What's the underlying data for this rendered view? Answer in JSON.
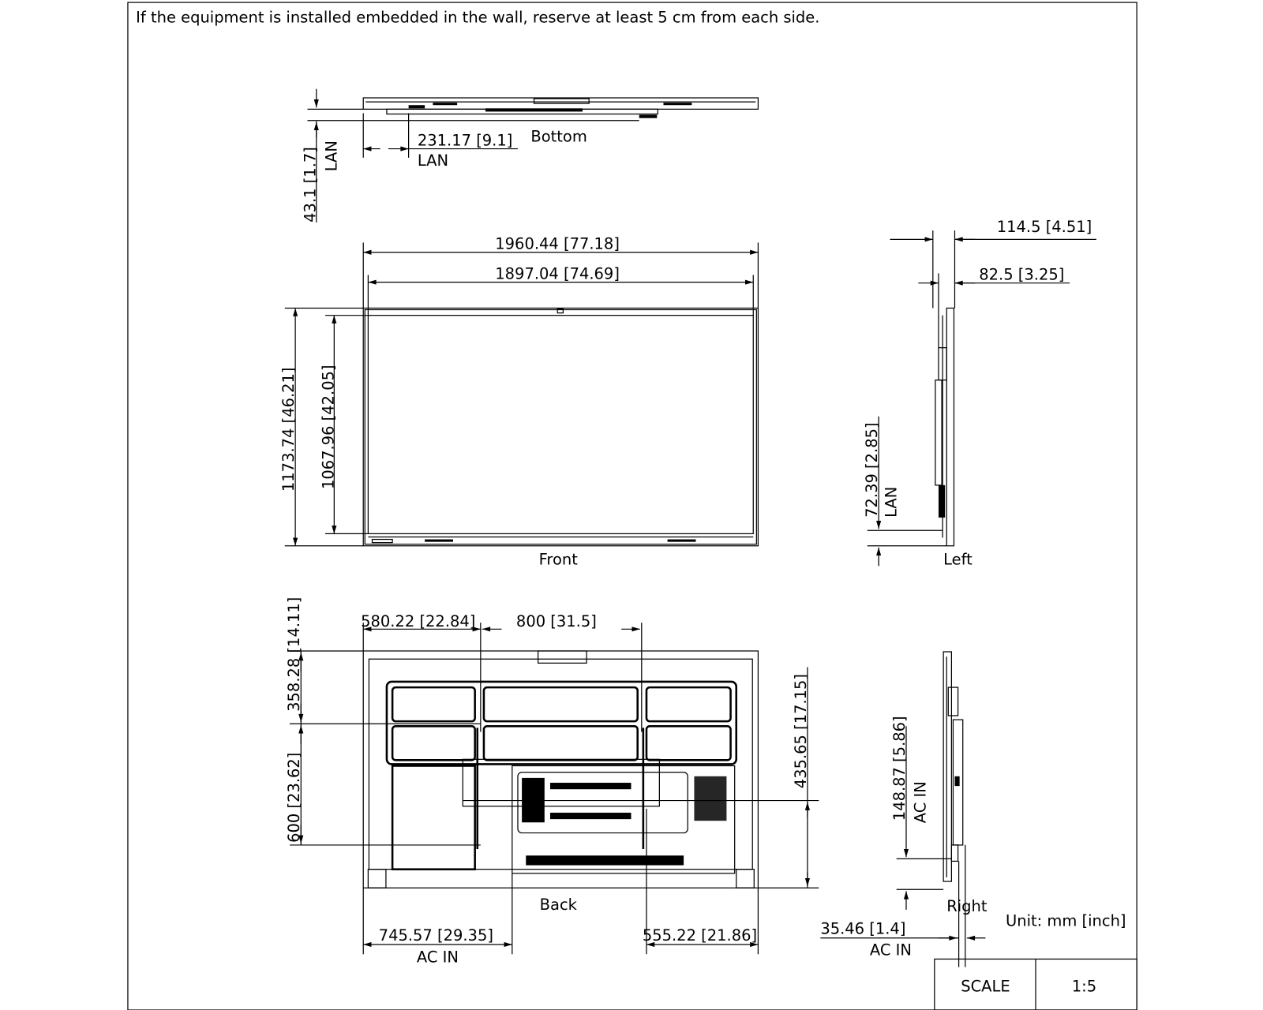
{
  "note": "If the equipment is installed embedded in the wall,  reserve at least 5 cm from each side.",
  "views": {
    "bottom": "Bottom",
    "front": "Front",
    "left": "Left",
    "back": "Back",
    "right": "Right"
  },
  "dimensions": {
    "bottom_depth": "43.1  [1.7]",
    "bottom_depth_label": "LAN",
    "bottom_lan": "231.17   [9.1]",
    "bottom_lan_label": "LAN",
    "overall_width": "1960.44   [77.18]",
    "screen_width": "1897.04   [74.69]",
    "overall_height": "1173.74   [46.21]",
    "screen_height": "1067.96   [42.05]",
    "left_depth": "114.5  [4.51]",
    "left_body_depth": "82.5   [3.25]",
    "left_lan": "72.39  [2.85]",
    "left_lan_label": "LAN",
    "back_top_offset": "358.28  [14.11]",
    "back_vesa_v": "600   [23.62]",
    "back_left_offset": "580.22   [22.84]",
    "back_vesa_h": "800   [31.5]",
    "back_mount_height": "435.65   [17.15]",
    "back_acin_left": "745.57   [29.35]",
    "back_acin_left_label": "AC IN",
    "back_right_offset": "555.22   [21.86]",
    "right_acin_height": "148.87   [5.86]",
    "right_acin_height_label": "AC IN",
    "right_acin_depth": "35.46   [1.4]",
    "right_acin_depth_label": "AC IN"
  },
  "unit": "Unit: mm [inch]",
  "title_block": {
    "scale_label": "SCALE",
    "scale_value": "1:5"
  }
}
